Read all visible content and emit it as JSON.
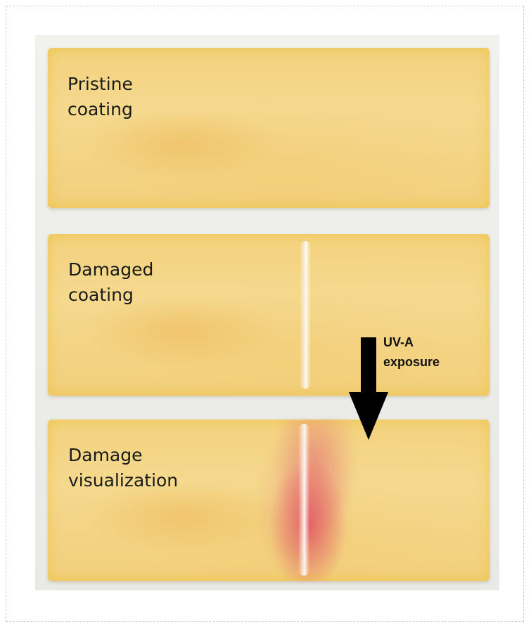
{
  "figure": {
    "panels": [
      {
        "id": "pristine",
        "label_lines": [
          "Pristine",
          "coating"
        ]
      },
      {
        "id": "damaged",
        "label_lines": [
          "Damaged",
          "coating"
        ]
      },
      {
        "id": "visualization",
        "label_lines": [
          "Damage",
          "visualization"
        ]
      }
    ],
    "annotation": {
      "label_lines": [
        "UV-A",
        "exposure"
      ],
      "arrow_color": "#000000"
    },
    "colors": {
      "coating_yellow": "#f3d27e",
      "damage_red": "#de465f",
      "background": "#ecece8"
    }
  }
}
